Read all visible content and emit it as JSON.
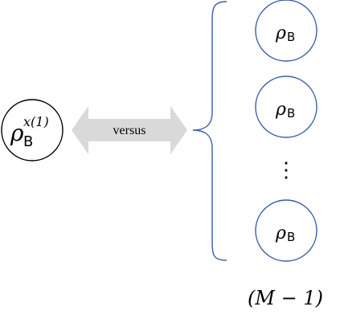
{
  "diagram": {
    "left_state": {
      "symbol": "ρ",
      "subscript": "B",
      "superscript": "x(1)"
    },
    "arrow_label": "versus",
    "right_states": [
      {
        "symbol": "ρ",
        "subscript": "B"
      },
      {
        "symbol": "ρ",
        "subscript": "B"
      },
      {
        "symbol": "ρ",
        "subscript": "B"
      }
    ],
    "ellipsis": "⋮",
    "count_label": "(M − 1)",
    "colors": {
      "left_circle": "#000000",
      "right_circles": "#3a5da8",
      "brace": "#3a5da8",
      "arrow": "#d9d9d9",
      "text": "#000000"
    }
  }
}
